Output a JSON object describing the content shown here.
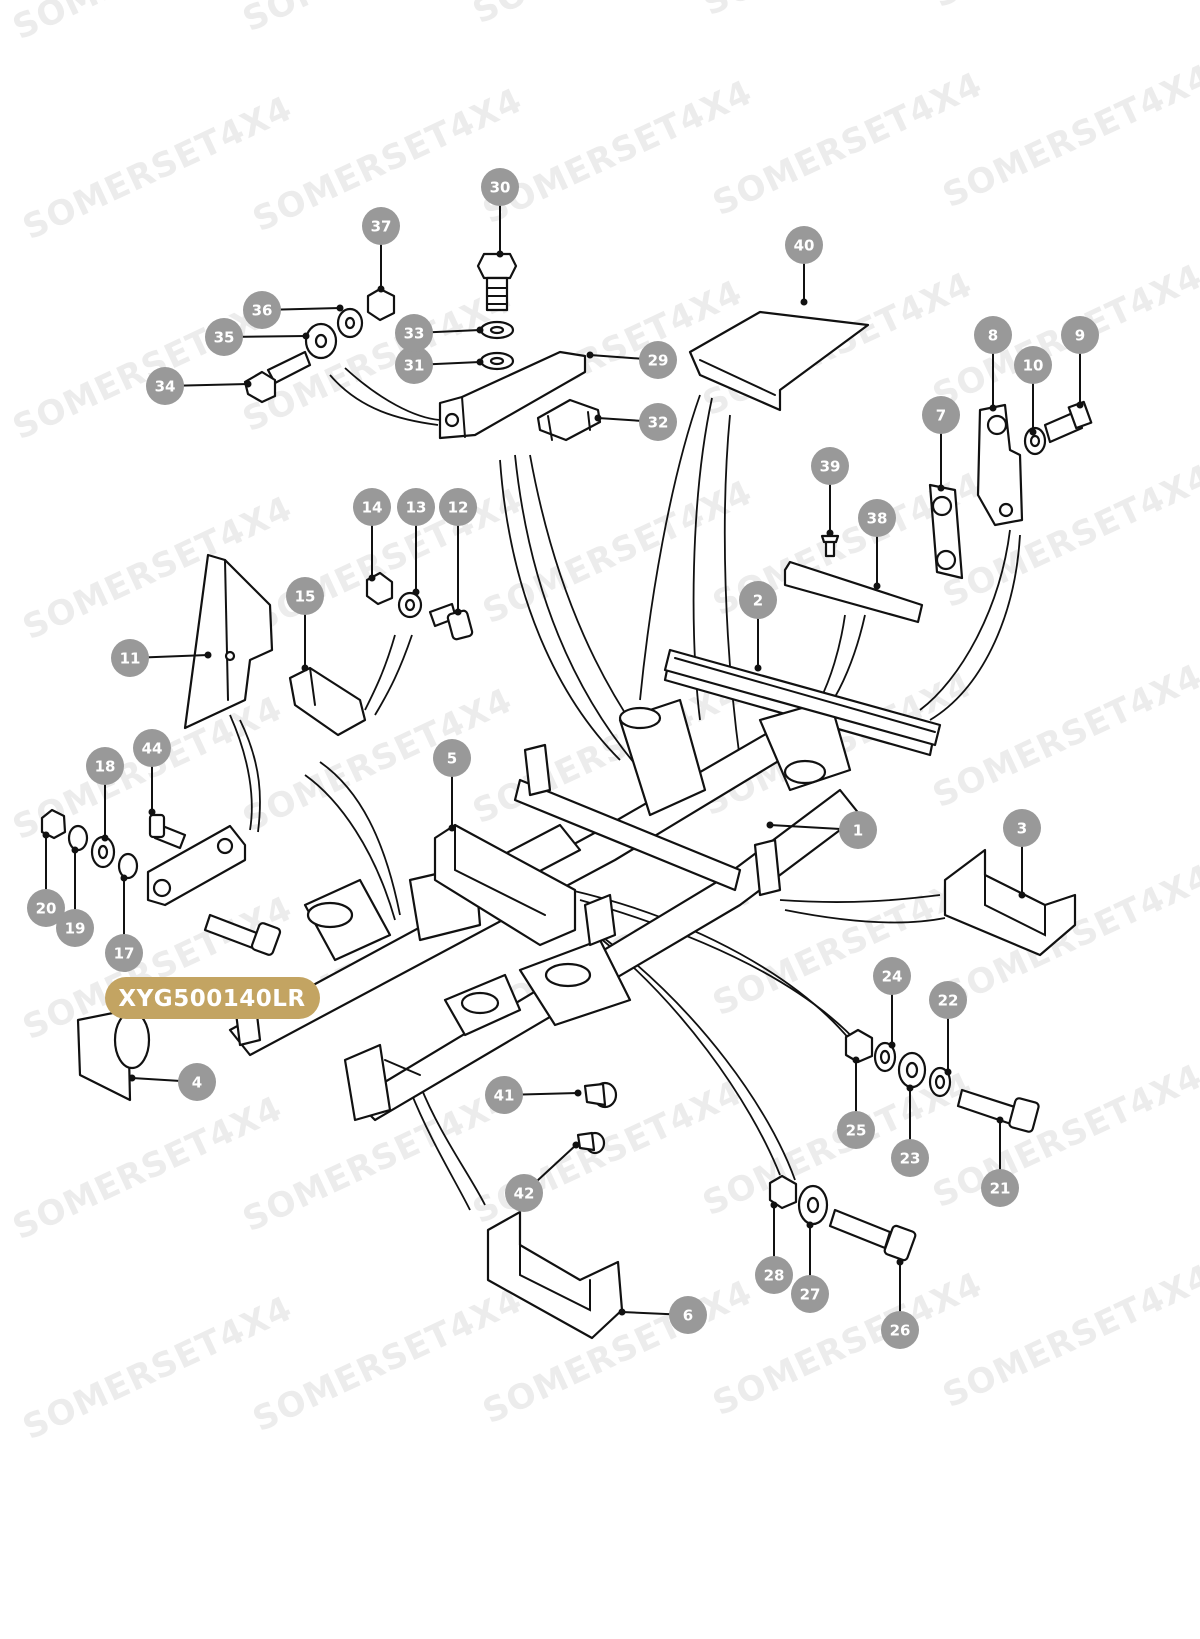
{
  "watermark": "SOMERSET4X4",
  "part_number": "XYG500140LR",
  "colors": {
    "callout": "#999999",
    "badge": "#c3a462",
    "line": "#111111",
    "watermark": "#ececec"
  },
  "callouts": [
    "1",
    "2",
    "3",
    "4",
    "5",
    "6",
    "7",
    "8",
    "9",
    "10",
    "11",
    "12",
    "13",
    "14",
    "15",
    "17",
    "18",
    "19",
    "20",
    "21",
    "22",
    "23",
    "24",
    "25",
    "26",
    "27",
    "28",
    "29",
    "30",
    "31",
    "32",
    "33",
    "34",
    "35",
    "36",
    "37",
    "38",
    "39",
    "40",
    "41",
    "42",
    "44"
  ]
}
